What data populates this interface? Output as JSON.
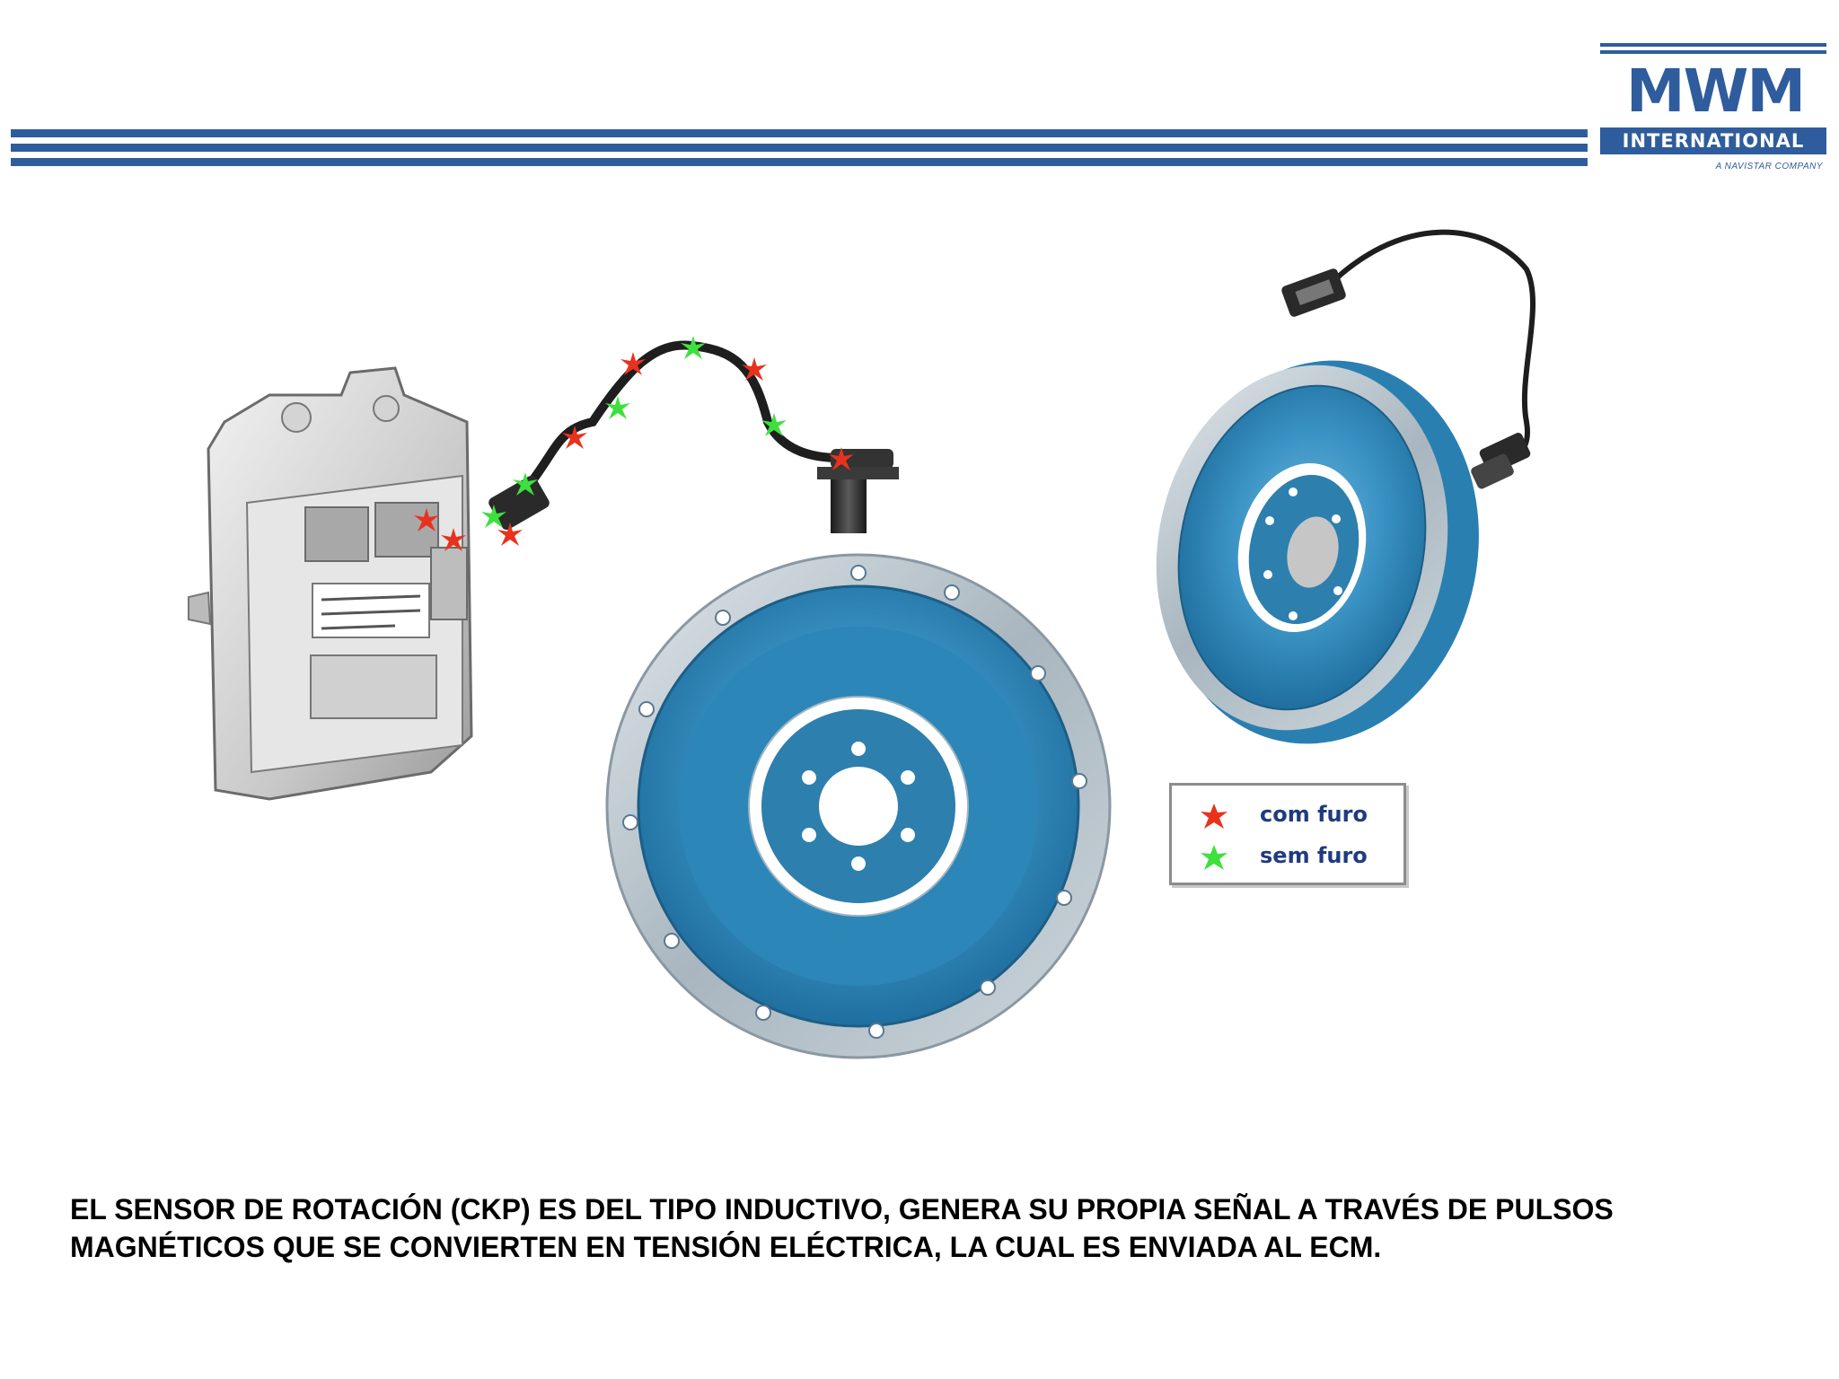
{
  "logo": {
    "brand": "MWM",
    "division": "INTERNATIONAL",
    "tagline": "A NAVISTAR COMPANY"
  },
  "legend": {
    "items": [
      {
        "symbol": "red-star-icon",
        "color": "#e8321e",
        "label": "com furo"
      },
      {
        "symbol": "green-star-icon",
        "color": "#3ee03e",
        "label": "sem furo"
      }
    ]
  },
  "caption": {
    "line1": "EL SENSOR DE ROTACIÓN (CKP) ES DEL TIPO INDUCTIVO,  GENERA SU PROPIA SEÑAL A TRAVÉS DE PULSOS",
    "line2": "MAGNÉTICOS QUE SE CONVIERTEN EN TENSIÓN ELÉCTRICA, LA CUAL ES ENVIADA AL ECM."
  },
  "colors": {
    "brand_blue": "#2f5c9c",
    "flywheel_blue": "#2b7fb0",
    "flywheel_rim": "#aab4bc",
    "marker_red": "#e8321e",
    "marker_green": "#3ee03e"
  }
}
